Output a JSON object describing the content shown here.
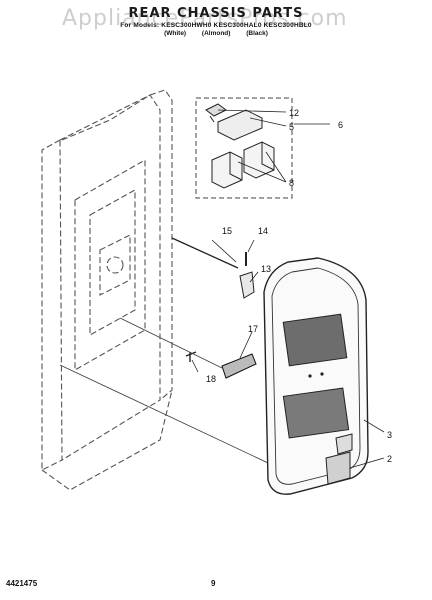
{
  "page": {
    "watermark": "AppliancePartsPros.com",
    "title": "REAR CHASSIS PARTS",
    "models": "For Models: KESC300HWH0 KESC300HAL0 KESC300HBL0",
    "colors": "(White) (Almond) (Black)",
    "doc_number": "4421475",
    "page_number": "9"
  },
  "callouts": [
    {
      "id": "12",
      "label": "12"
    },
    {
      "id": "5",
      "label": "5"
    },
    {
      "id": "6",
      "label": "6"
    },
    {
      "id": "8",
      "label": "8"
    },
    {
      "id": "15",
      "label": "15"
    },
    {
      "id": "14",
      "label": "14"
    },
    {
      "id": "13",
      "label": "13"
    },
    {
      "id": "17",
      "label": "17"
    },
    {
      "id": "18",
      "label": "18"
    },
    {
      "id": "3",
      "label": "3"
    },
    {
      "id": "2",
      "label": "2"
    }
  ]
}
